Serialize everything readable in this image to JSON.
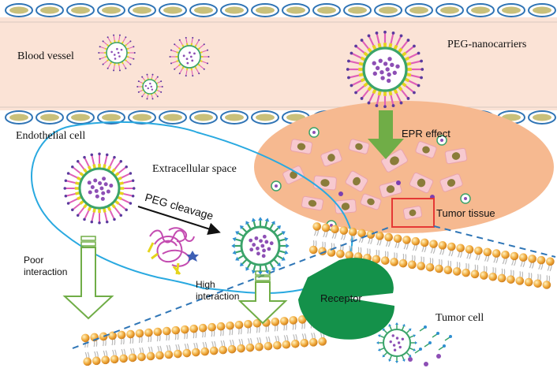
{
  "labels": {
    "blood_vessel": "Blood vessel",
    "peg_nanocarriers": "PEG-nanocarriers",
    "endothelial_cell": "Endothelial cell",
    "epr_effect": "EPR effect",
    "extracellular_space": "Extracellular space",
    "peg_cleavage": "PEG cleavage",
    "tumor_tissue": "Tumor tissue",
    "poor_interaction": "Poor\ninteraction",
    "high_interaction": "High\ninteraction",
    "receptor": "Receptor",
    "tumor_cell": "Tumor cell"
  },
  "colors": {
    "vessel_fill": "#fbe3d6",
    "endothelial_fill": "#c9c07a",
    "endothelial_ring": "#2f74b5",
    "tumor_region": "#f4b183",
    "bubble_outline": "#29a9e0",
    "receptor": "#14914a",
    "arrow_green": "#70ad47",
    "lipid_head": "#e8a020",
    "highlight_box": "#e53935"
  }
}
